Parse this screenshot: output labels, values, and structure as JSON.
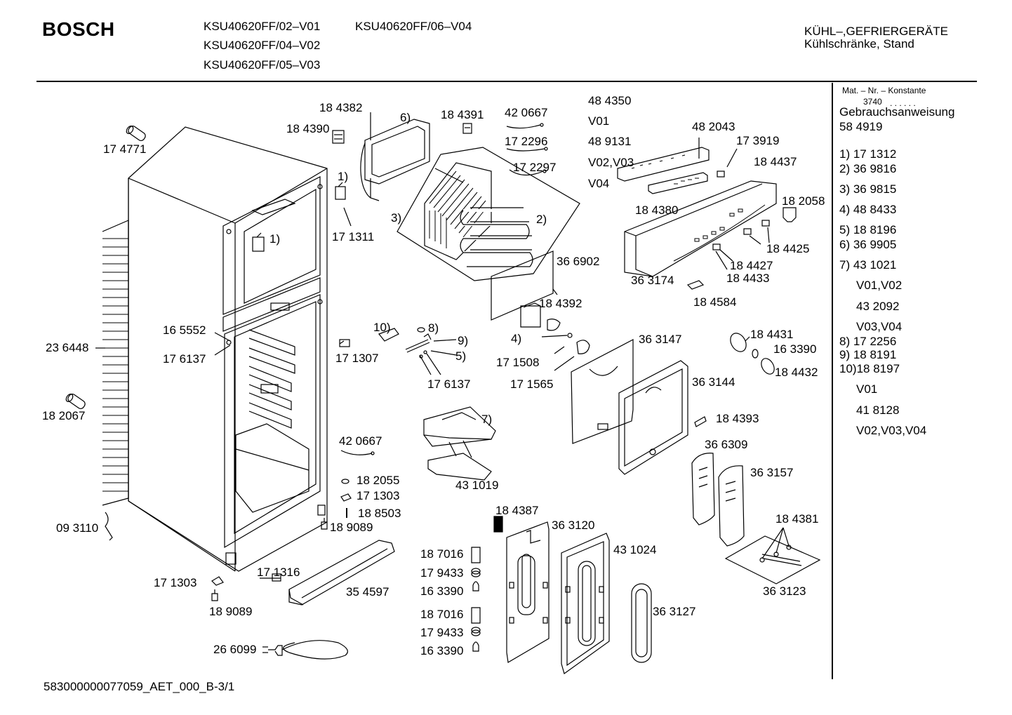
{
  "header": {
    "brand": "BOSCH",
    "models": [
      "KSU40620FF/02–V01",
      "KSU40620FF/06–V04",
      "KSU40620FF/04–V02",
      "KSU40620FF/05–V03"
    ],
    "category_line1": "KÜHL–,GEFRIERGERÄTE",
    "category_line2": "Kühlschränke, Stand"
  },
  "sidebar": {
    "mat_title": "Mat. – Nr. – Konstante",
    "mat_value": "3740",
    "mat_dots": ". . . . . .",
    "manual_label": "Gebrauchsanweisung",
    "manual_number": "58 4919",
    "items": [
      "1) 17 1312",
      "2) 36 9816",
      "3) 36 9815",
      "4) 48 8433",
      "5) 18 8196",
      "6) 36 9905",
      "7) 43 1021",
      "V01,V02",
      "43 2092",
      "V03,V04",
      "8) 17 2256",
      "9) 18 8191",
      "10)18 8197",
      "V01",
      "41 8128",
      "V02,V03,V04"
    ]
  },
  "parts": {
    "p174771": "17 4771",
    "p184382": "18 4382",
    "p184390": "18 4390",
    "c6": "6)",
    "p184391": "18 4391",
    "p420667a": "42 0667",
    "p172296": "17 2296",
    "p172297": "17 2297",
    "c1a": "1)",
    "p171311": "17 1311",
    "c3": "3)",
    "c2": "2)",
    "c1b": "1)",
    "p484350": "48 4350",
    "v01": "V01",
    "p489131": "48 9131",
    "v0203": "V02,V03",
    "v04": "V04",
    "p482043": "48 2043",
    "p173919": "17 3919",
    "p184437": "18 4437",
    "p184380": "18 4380",
    "p182058": "18 2058",
    "p184425": "18 4425",
    "p184427": "18 4427",
    "p184433": "18 4433",
    "p366902": "36 6902",
    "p363174": "36 3174",
    "p184584": "18 4584",
    "p184392": "18 4392",
    "p165552": "16 5552",
    "p176137a": "17 6137",
    "p236448": "23 6448",
    "c10": "10)",
    "c8": "8)",
    "c9": "9)",
    "c5": "5)",
    "p171307": "17 1307",
    "p176137b": "17 6137",
    "c4": "4)",
    "p171508": "17 1508",
    "p171565": "17 1565",
    "p363147": "36 3147",
    "p184431": "18 4431",
    "p163390a": "16 3390",
    "p184432": "18 4432",
    "p363144": "36 3144",
    "p182067": "18 2067",
    "c7": "7)",
    "p420667b": "42 0667",
    "p184393": "18 4393",
    "p366309": "36 6309",
    "p182055": "18 2055",
    "p171303a": "17 1303",
    "p188503": "18 8503",
    "p431019": "43 1019",
    "p363157": "36 3157",
    "p093110": "09 3110",
    "p189089a": "18 9089",
    "p184387": "18 4387",
    "p363120": "36 3120",
    "p184381": "18 4381",
    "p431024": "43 1024",
    "p187016a": "18 7016",
    "p179433a": "17 9433",
    "p163390b": "16 3390",
    "p171316": "17 1316",
    "p171303b": "17 1303",
    "p354597": "35 4597",
    "p363123": "36 3123",
    "p189089b": "18 9089",
    "p363127": "36 3127",
    "p187016b": "18 7016",
    "p179433b": "17 9433",
    "p163390c": "16 3390",
    "p266099": "26 6099"
  },
  "footer": {
    "doc_id": "583000000077059_AET_000_B-3/1"
  }
}
